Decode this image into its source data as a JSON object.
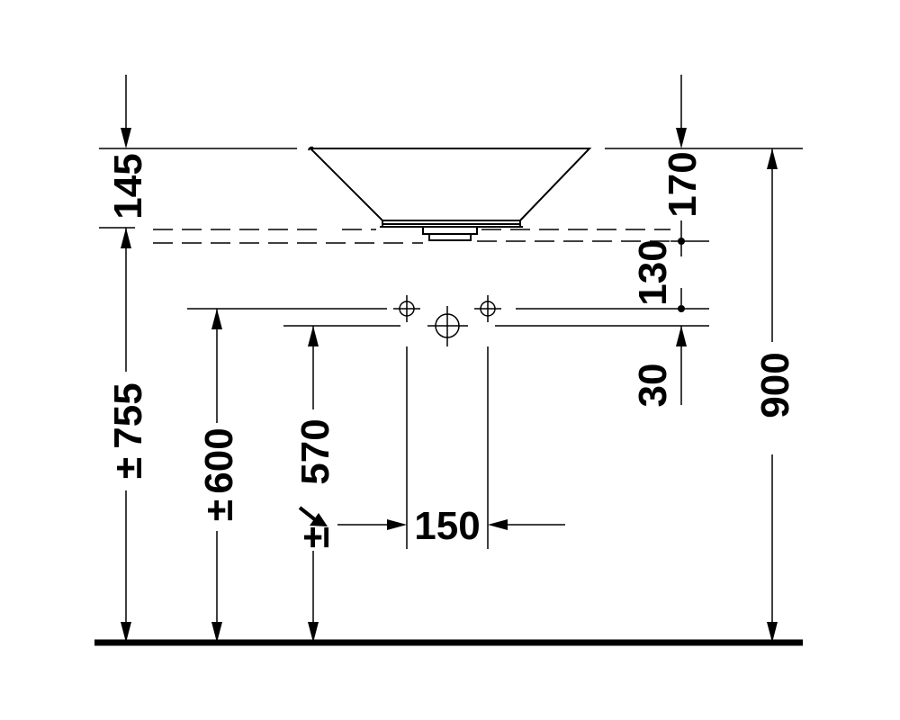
{
  "dimensions": {
    "bowl_height": "145",
    "outlet_offset": "170",
    "tap_offset": "130",
    "trap_offset": "30",
    "total_height": "900",
    "rim_height": "755",
    "tap_height": "600",
    "trap_height": "570",
    "trap_spacing": "150"
  },
  "symbols": {
    "plusminus": "±"
  }
}
